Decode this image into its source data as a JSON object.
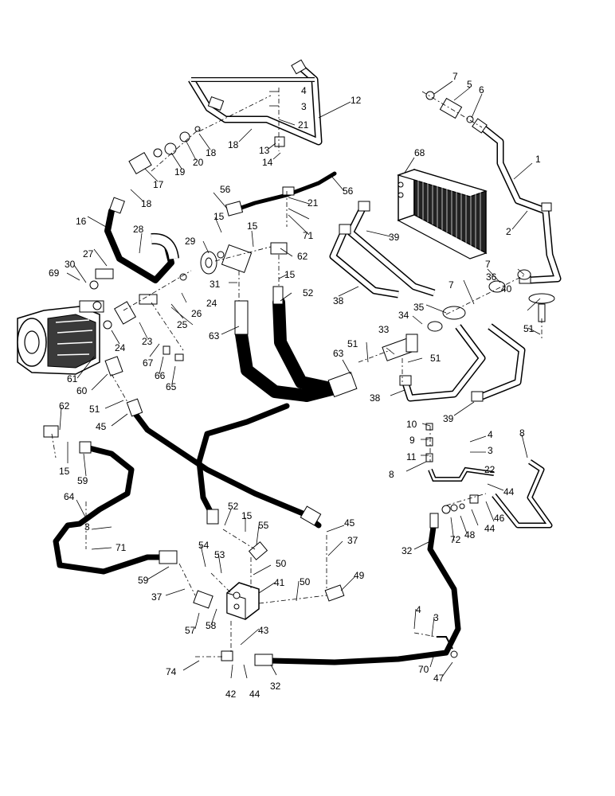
{
  "diagram": {
    "callouts": [
      "1",
      "2",
      "3",
      "4",
      "5",
      "6",
      "7",
      "8",
      "9",
      "10",
      "11",
      "12",
      "13",
      "14",
      "15",
      "16",
      "17",
      "18",
      "19",
      "20",
      "21",
      "22",
      "23",
      "24",
      "25",
      "26",
      "27",
      "28",
      "29",
      "30",
      "31",
      "32",
      "33",
      "34",
      "35",
      "36",
      "37",
      "38",
      "39",
      "40",
      "41",
      "42",
      "43",
      "44",
      "45",
      "46",
      "47",
      "48",
      "49",
      "50",
      "51",
      "52",
      "53",
      "54",
      "55",
      "56",
      "57",
      "58",
      "59",
      "60",
      "61",
      "62",
      "63",
      "64",
      "65",
      "66",
      "67",
      "68",
      "69",
      "70",
      "71",
      "72",
      "74"
    ],
    "icons": [
      "hydraulic-pump",
      "oil-cooler",
      "hydraulic-hose",
      "steel-tube",
      "valve-block",
      "elbow-fitting",
      "tee-fitting",
      "o-ring",
      "clamp",
      "bolt",
      "nut"
    ]
  }
}
